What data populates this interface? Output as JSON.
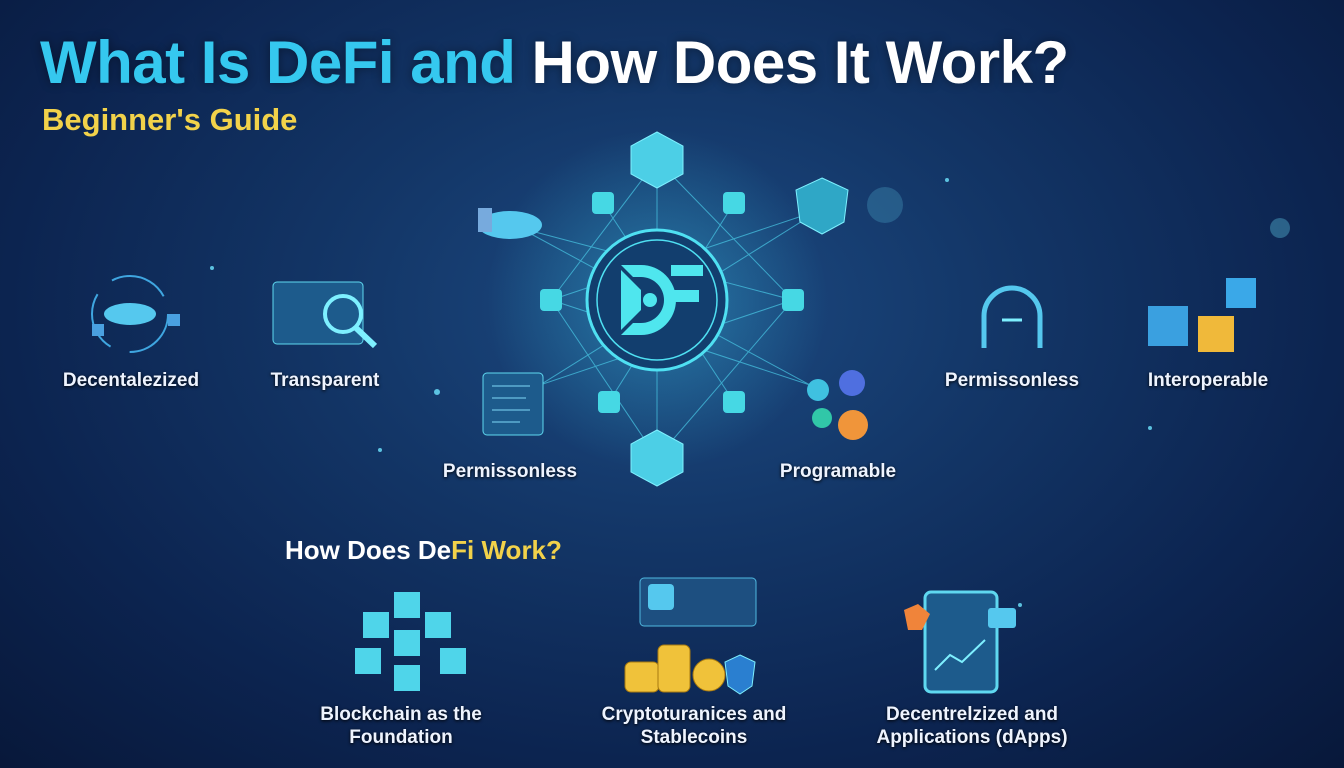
{
  "title": {
    "part1": "What Is DeFi and",
    "part2": " How Does It Work?"
  },
  "subtitle": "Beginner's Guide",
  "logo_text": "DF",
  "features": [
    {
      "label": "Decentalezized",
      "icon": "handshake-lock-icon"
    },
    {
      "label": "Transparent",
      "icon": "magnifier-screen-icon"
    },
    {
      "label": "Permissonless",
      "icon": "gate-icon"
    },
    {
      "label": "Interoperable",
      "icon": "puzzle-robot-icon"
    }
  ],
  "hub_labels": {
    "left": "Permissonless",
    "right": "Programable"
  },
  "how": {
    "part1": "How Does De",
    "part2": "Fi Work?"
  },
  "work_items": [
    {
      "line1": "Blockchain as the",
      "line2": "Foundation",
      "icon": "blocks-icon"
    },
    {
      "line1": "Cryptoturanices and",
      "line2": "Stablecoins",
      "icon": "coins-icon"
    },
    {
      "line1": "Decentrelzized and",
      "line2": "Applications (dApps)",
      "icon": "tablet-app-icon"
    }
  ],
  "colors": {
    "cyan": "#35c8ef",
    "yellow": "#f2d24a",
    "bg": "#133667"
  }
}
